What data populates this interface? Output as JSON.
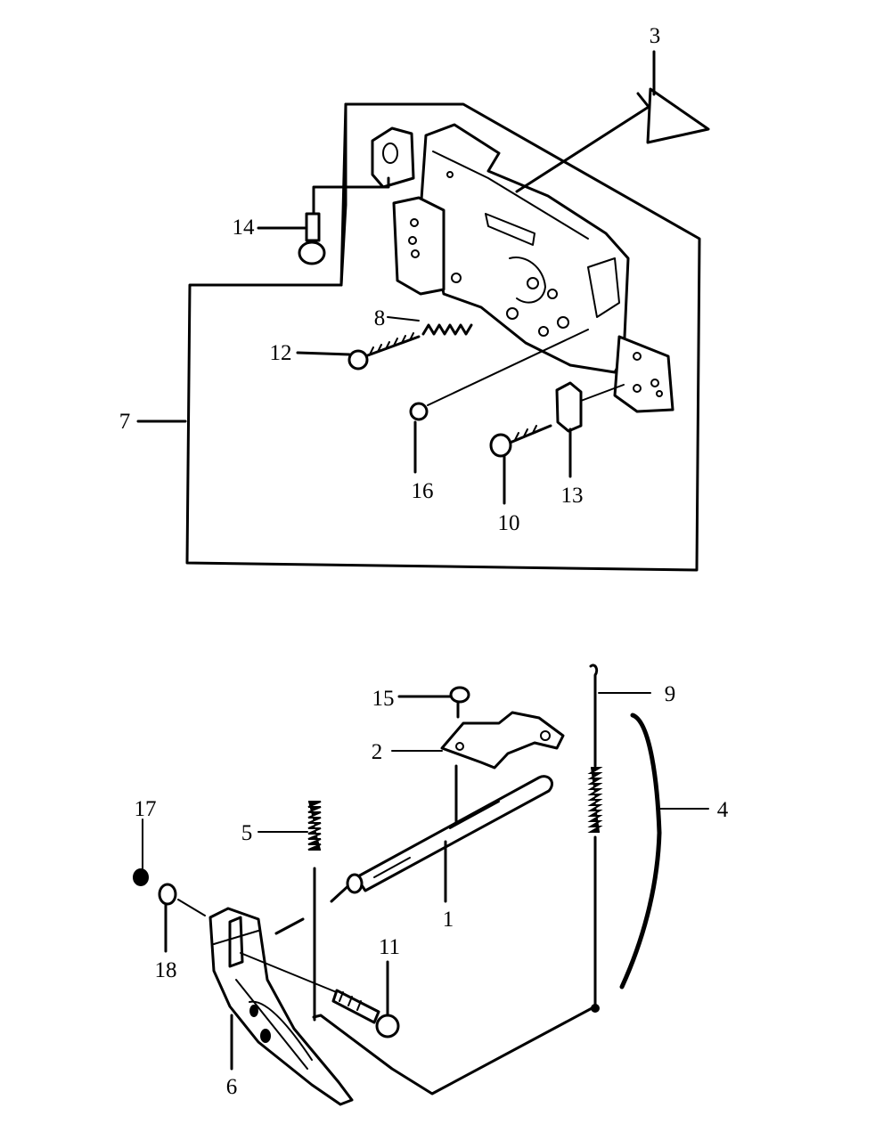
{
  "colors": {
    "ink": "#000000",
    "background": "#ffffff"
  },
  "callouts": {
    "c1": "1",
    "c2": "2",
    "c3": "3",
    "c4": "4",
    "c5": "5",
    "c6": "6",
    "c7": "7",
    "c8": "8",
    "c9": "9",
    "c10": "10",
    "c11": "11",
    "c12": "12",
    "c13": "13",
    "c14": "14",
    "c15": "15",
    "c16": "16",
    "c17": "17",
    "c18": "18"
  }
}
